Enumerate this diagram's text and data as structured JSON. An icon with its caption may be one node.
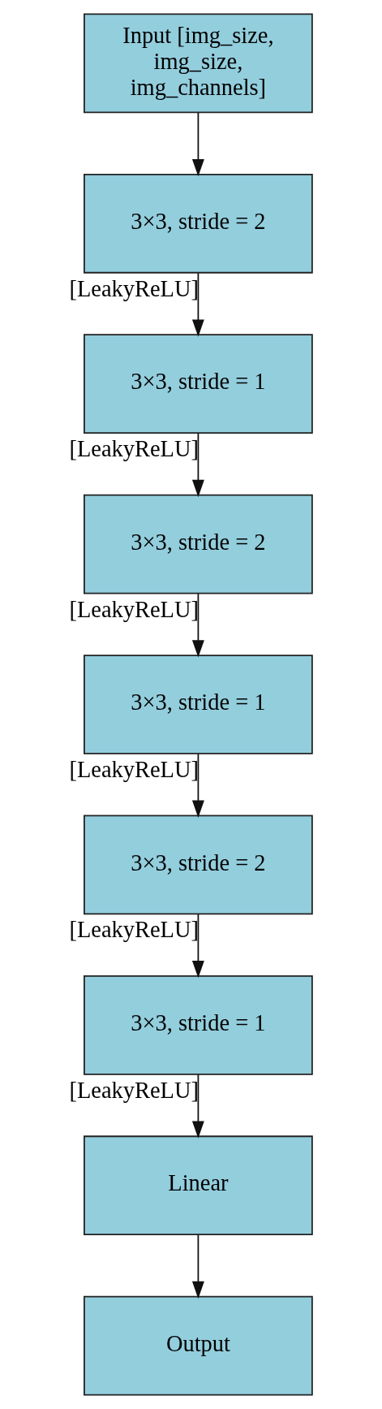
{
  "diagram": {
    "nodes": [
      {
        "text": [
          "Input [img_size, img_size, img_channels]"
        ]
      },
      {
        "text": [
          "3×3, stride = 2"
        ]
      },
      {
        "text": [
          "3×3, stride = 1"
        ]
      },
      {
        "text": [
          "3×3, stride = 2"
        ]
      },
      {
        "text": [
          "3×3, stride = 1"
        ]
      },
      {
        "text": [
          "3×3, stride = 2"
        ]
      },
      {
        "text": [
          "3×3, stride = 1"
        ]
      },
      {
        "text": [
          "Linear"
        ]
      },
      {
        "text": [
          "Output"
        ]
      }
    ],
    "edges": [
      {
        "from": 0,
        "to": 1,
        "arrow": "to"
      },
      {
        "from": 1,
        "to": 2,
        "arrow": "to",
        "label": "[LeakyReLU]"
      },
      {
        "from": 2,
        "to": 3,
        "arrow": "to",
        "label": "[LeakyReLU]"
      },
      {
        "from": 3,
        "to": 4,
        "arrow": "to",
        "label": "[LeakyReLU]"
      },
      {
        "from": 4,
        "to": 5,
        "arrow": "to",
        "label": "[LeakyReLU]"
      },
      {
        "from": 5,
        "to": 6,
        "arrow": "to",
        "label": "[LeakyReLU]"
      },
      {
        "from": 6,
        "to": 7,
        "arrow": "to",
        "label": "[LeakyReLU]"
      },
      {
        "from": 7,
        "to": 8,
        "arrow": "to"
      }
    ]
  }
}
